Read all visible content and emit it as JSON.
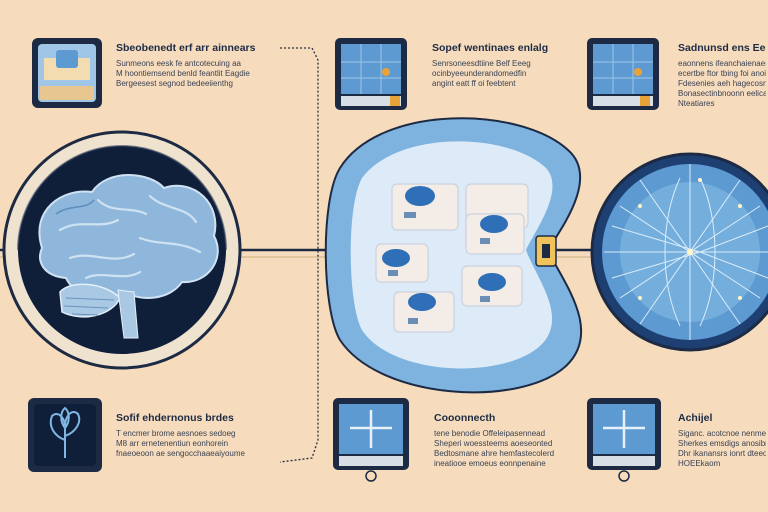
{
  "colors": {
    "background": "#f6dcbc",
    "navy": "#1d2a44",
    "brain_blue": "#8cb6dc",
    "screen_blue": "#5d9ad1",
    "light_blue": "#b8d6ee"
  },
  "icons": [
    "brain-illustration",
    "mri-scanner-illustration",
    "network-globe-illustration",
    "tree-icon",
    "monitor-icon"
  ],
  "cards": {
    "top_left": {
      "title": "Sbeobenedt erf arr ainnears",
      "lines": [
        "Sunmeons eesk fe antcotecuing aa",
        "M hoontiemsend benld feantlit Eagdie",
        "Bergeesest segnod bedeeiienthg"
      ]
    },
    "top_middle": {
      "title": "Sopef wentinaes enlalg",
      "lines": [
        "Senrsoneesdtiine Belf Eeeg",
        "ocinbyeeunderandomedfin",
        "angint eatt ff oi feebtent"
      ]
    },
    "top_right": {
      "title": "Sadnunsd ens Eecdtes",
      "lines": [
        "eaonnens ifeanchaienaes",
        "ecertbe ftor tbing foi anoin",
        "Fdesenies aeh hagecosneg",
        "Bonasectinbnoonn eelicates",
        "Nteatiares"
      ]
    },
    "bottom_left": {
      "title": "Sofif ehdernonus brdes",
      "lines": [
        "T encmer brome aesnoes sedoeg",
        "M8 arr ernetenentiun eonhorein",
        "fnaeoeoon ae sengocchaaeaiyoume"
      ]
    },
    "bottom_middle": {
      "title": "Cooonnecth",
      "lines": [
        "tene benodie Offeleipasennead",
        "Sheperi woessteems aoeseonted",
        "Bedtosmane ahre hemfastecolerd",
        "ineatiooe emoeus eonnpenaine"
      ]
    },
    "bottom_right": {
      "title": "Achijel",
      "lines": [
        "Siganc. acotcnoe nenmetl",
        "Sherkes emsdigs anosibr he",
        "Dhr ikanansrs ionrt dteeoe",
        "HOEEkaom"
      ]
    }
  }
}
